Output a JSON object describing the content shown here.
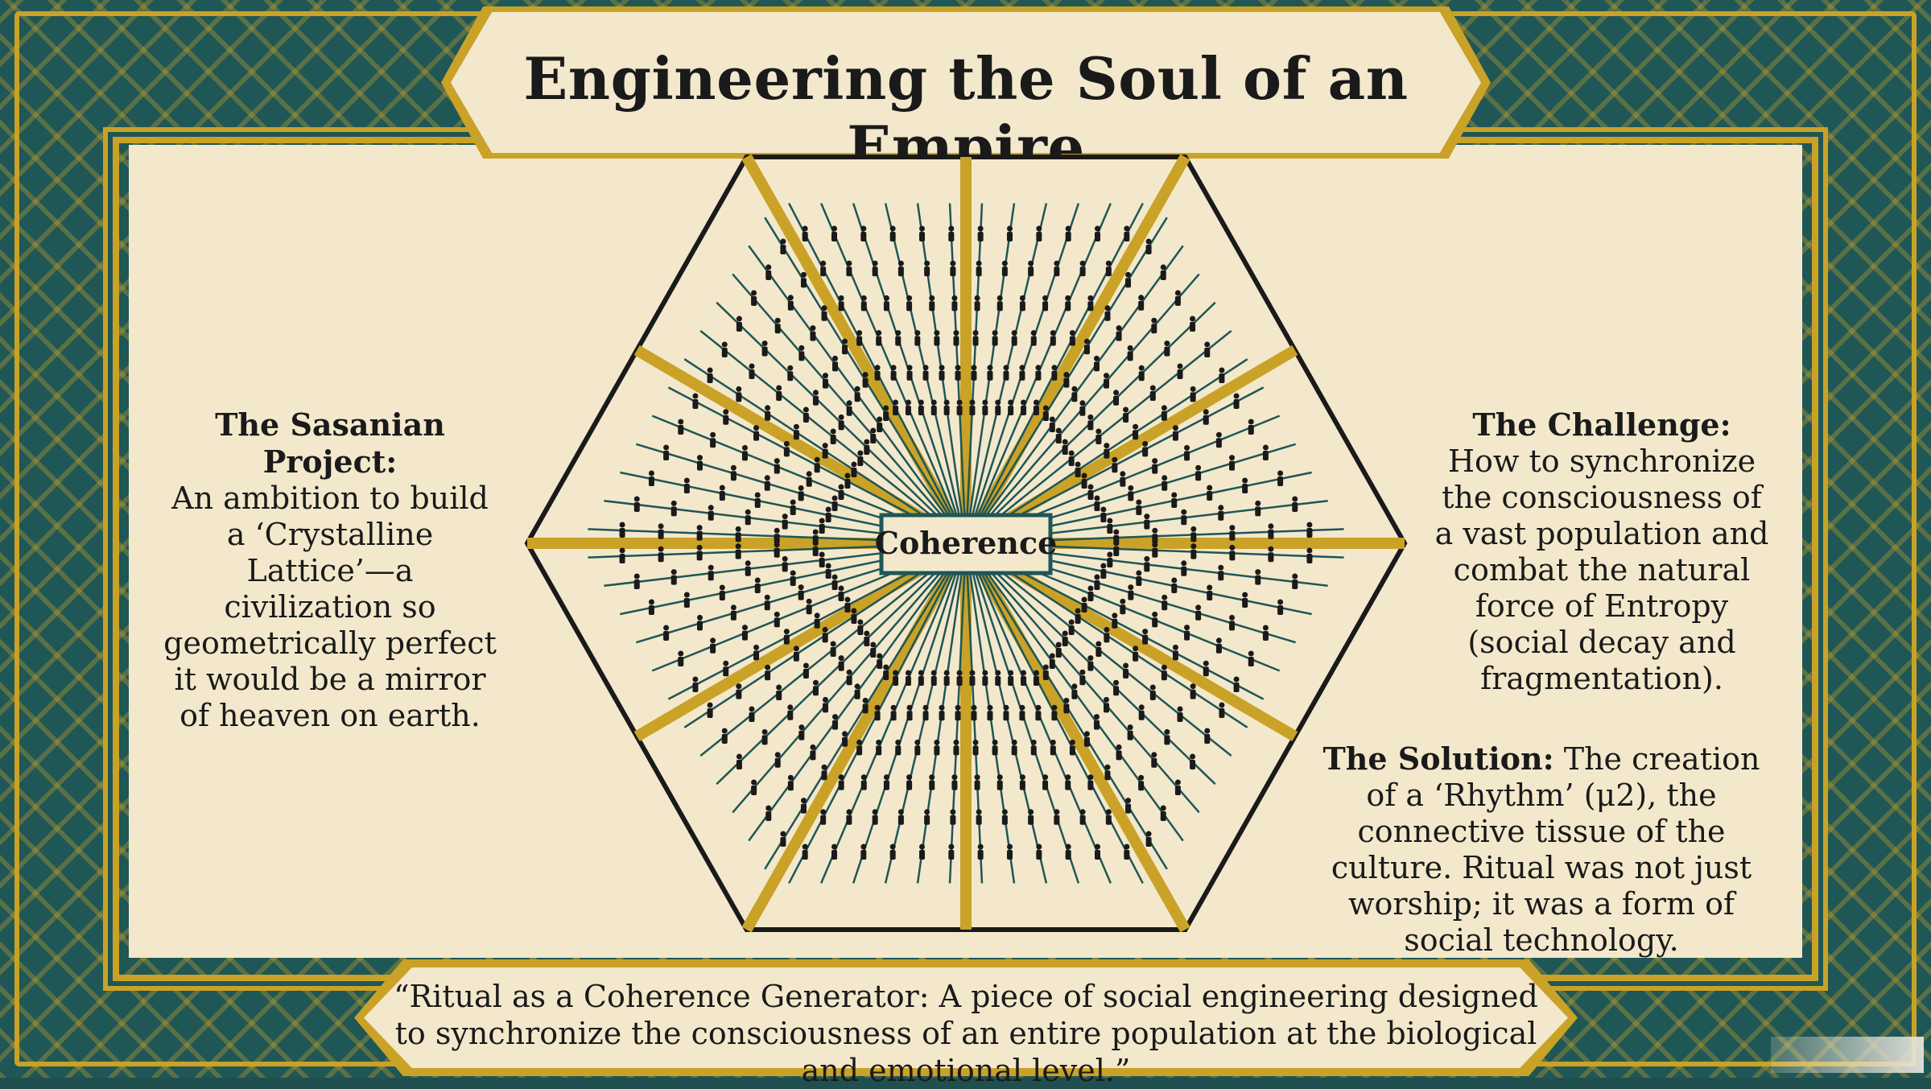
{
  "title": "Engineering the Soul of an Empire",
  "center_label": "Coherence",
  "left": {
    "heading": "The Sasanian Project:",
    "body": "An ambition to build a ‘Crystalline Lattice’—a civilization so geometrically perfect it would be a mirror of heaven on earth."
  },
  "challenge": {
    "heading": "The Challenge:",
    "body": "How to synchronize the consciousness of a vast population and combat the natural force of Entropy (social decay and fragmentation)."
  },
  "solution": {
    "heading": "The Solution:",
    "body": "The creation of a ‘Rhythm’ (μ2), the connective tissue of the culture. Ritual was not just worship; it was a form of social technology."
  },
  "quote": "“Ritual as a Coherence Generator: A piece of social engineering designed to synchronize the consciousness of an entire population at the biological and emotional level.”",
  "colors": {
    "teal": "#1f5656",
    "gold": "#c9a227",
    "parchment": "#f3e8cc",
    "ink": "#1a1a1a"
  },
  "icons": [
    "person-icon",
    "hexagon-lattice"
  ]
}
